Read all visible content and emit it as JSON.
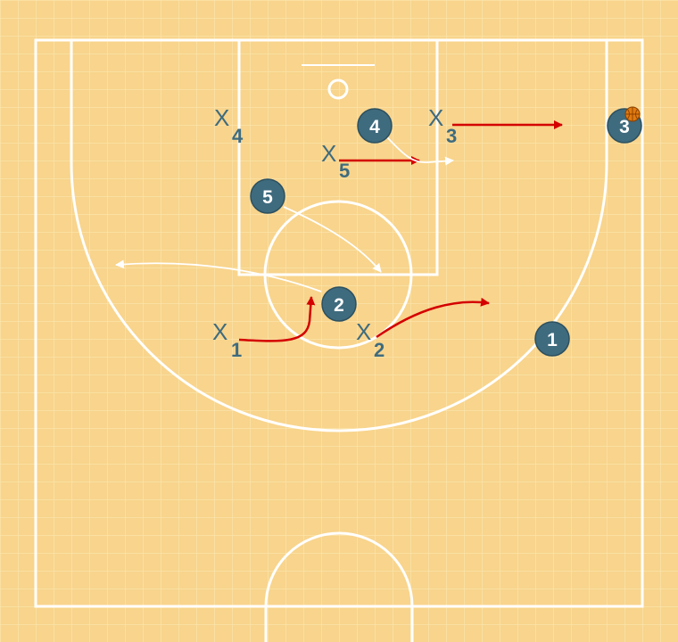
{
  "diagram": {
    "offense_players": [
      {
        "label": "1"
      },
      {
        "label": "2"
      },
      {
        "label": "3",
        "has_ball": true
      },
      {
        "label": "4"
      },
      {
        "label": "5"
      }
    ],
    "defense_players": [
      {
        "mark": "X",
        "label": "1"
      },
      {
        "mark": "X",
        "label": "2"
      },
      {
        "mark": "X",
        "label": "3"
      },
      {
        "mark": "X",
        "label": "4"
      },
      {
        "mark": "X",
        "label": "5"
      }
    ],
    "colors": {
      "court": "#f8d48c",
      "grid": "#fbe3a9",
      "lines": "#ffffff",
      "player_fill": "#3f6b7e",
      "defender_text": "#3f6b7e",
      "defense_arrow": "#d40000",
      "offense_arrow": "#ffffff",
      "ball": "#e07b10"
    }
  }
}
